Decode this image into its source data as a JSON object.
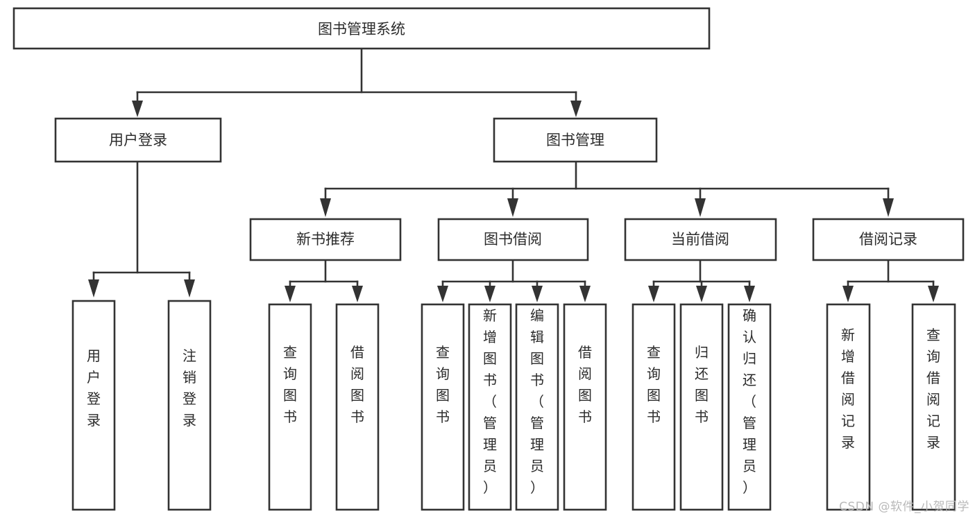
{
  "diagram": {
    "type": "tree",
    "orientation": "top-down",
    "title": "图书管理系统",
    "root": {
      "id": "root",
      "label": "图书管理系统"
    },
    "level1": [
      {
        "id": "user-login",
        "label": "用户登录"
      },
      {
        "id": "book-manage",
        "label": "图书管理"
      }
    ],
    "level2": [
      {
        "id": "new-book-recommend",
        "label": "新书推荐",
        "parent": "book-manage"
      },
      {
        "id": "book-borrow",
        "label": "图书借阅",
        "parent": "book-manage"
      },
      {
        "id": "current-borrow",
        "label": "当前借阅",
        "parent": "book-manage"
      },
      {
        "id": "borrow-record",
        "label": "借阅记录",
        "parent": "book-manage"
      }
    ],
    "leaves": {
      "user-login": [
        {
          "id": "leaf-user-login",
          "label": "用户登录"
        },
        {
          "id": "leaf-user-logout",
          "label": "注销登录"
        }
      ],
      "new-book-recommend": [
        {
          "id": "leaf-query-book-1",
          "label": "查询图书"
        },
        {
          "id": "leaf-borrow-book-1",
          "label": "借阅图书"
        }
      ],
      "book-borrow": [
        {
          "id": "leaf-query-book-2",
          "label": "查询图书"
        },
        {
          "id": "leaf-add-book",
          "label": "新增图书（管理员）"
        },
        {
          "id": "leaf-edit-book",
          "label": "编辑图书（管理员）"
        },
        {
          "id": "leaf-borrow-book-2",
          "label": "借阅图书"
        }
      ],
      "current-borrow": [
        {
          "id": "leaf-query-book-3",
          "label": "查询图书"
        },
        {
          "id": "leaf-return-book",
          "label": "归还图书"
        },
        {
          "id": "leaf-confirm-return",
          "label": "确认归还（管理员）"
        }
      ],
      "borrow-record": [
        {
          "id": "leaf-add-record",
          "label": "新增借阅记录"
        },
        {
          "id": "leaf-query-record",
          "label": "查询借阅记录"
        }
      ]
    }
  },
  "colors": {
    "background": "#ffffff",
    "box_fill": "#ffffff",
    "box_stroke": "#333333",
    "text": "#2b2b2b",
    "watermark": "#b9b9b9"
  },
  "watermark": {
    "text": "CSDN @软件_小贺同学"
  }
}
